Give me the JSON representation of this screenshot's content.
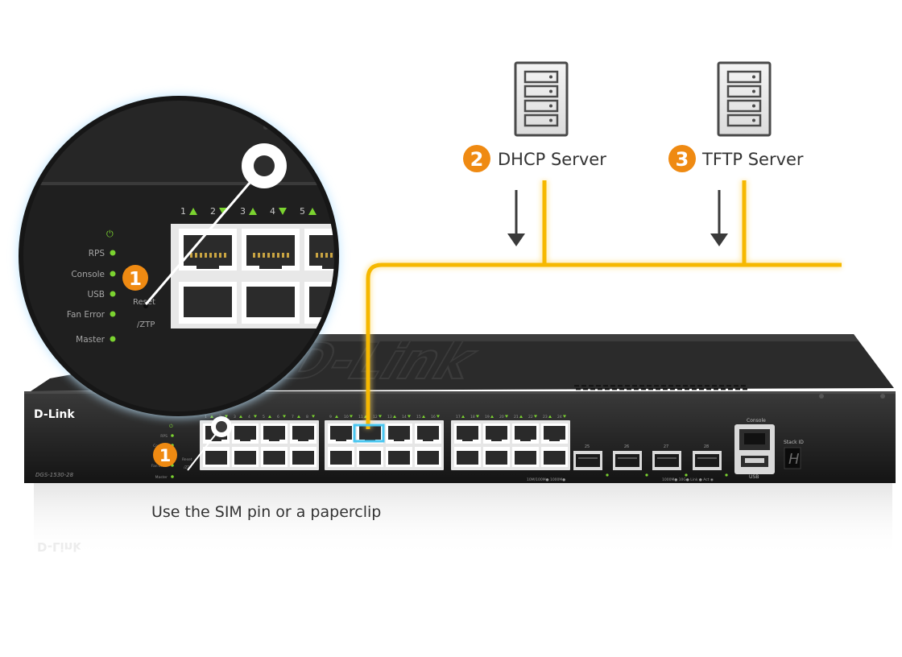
{
  "servers": {
    "dhcp": {
      "number": "2",
      "label": "DHCP Server"
    },
    "tftp": {
      "number": "3",
      "label": "TFTP Server"
    }
  },
  "step_badge": {
    "number": "1"
  },
  "zoom": {
    "port_numbers": [
      "1",
      "2",
      "3",
      "4",
      "5"
    ],
    "leds": [
      "RPS",
      "Console",
      "USB",
      "Fan Error",
      "Master"
    ],
    "reset_label_1": "Reset",
    "reset_label_2": "/ZTP"
  },
  "switch": {
    "brand": "D-Link",
    "model": "DGS-1530-28",
    "port_numbers": [
      "1",
      "2",
      "3",
      "4",
      "5",
      "6",
      "7",
      "8",
      "9",
      "10",
      "11",
      "12",
      "13",
      "14",
      "15",
      "16",
      "17",
      "18",
      "19",
      "20",
      "21",
      "22",
      "23",
      "24"
    ],
    "sfp_numbers": [
      "25",
      "26",
      "27",
      "28"
    ],
    "console_label": "Console",
    "usb_label": "USB",
    "stack_label": "Stack ID",
    "stack_value": "H",
    "led_labels": [
      "RPS",
      "Console",
      "USB",
      "Fan Error",
      "Master"
    ],
    "reset_label": "Reset",
    "ztp_label": "/ZTP",
    "speed_legend_1": "10M/100M● 1000M●",
    "speed_legend_2": "1000M● 10G● Link ● Act ◉"
  },
  "caption": "Use the SIM pin or a paperclip",
  "colors": {
    "cable": "#f6b800",
    "badge": "#ef8a12",
    "led_green": "#7bd330",
    "highlight": "#49c6f0",
    "chassis": "#232323"
  }
}
